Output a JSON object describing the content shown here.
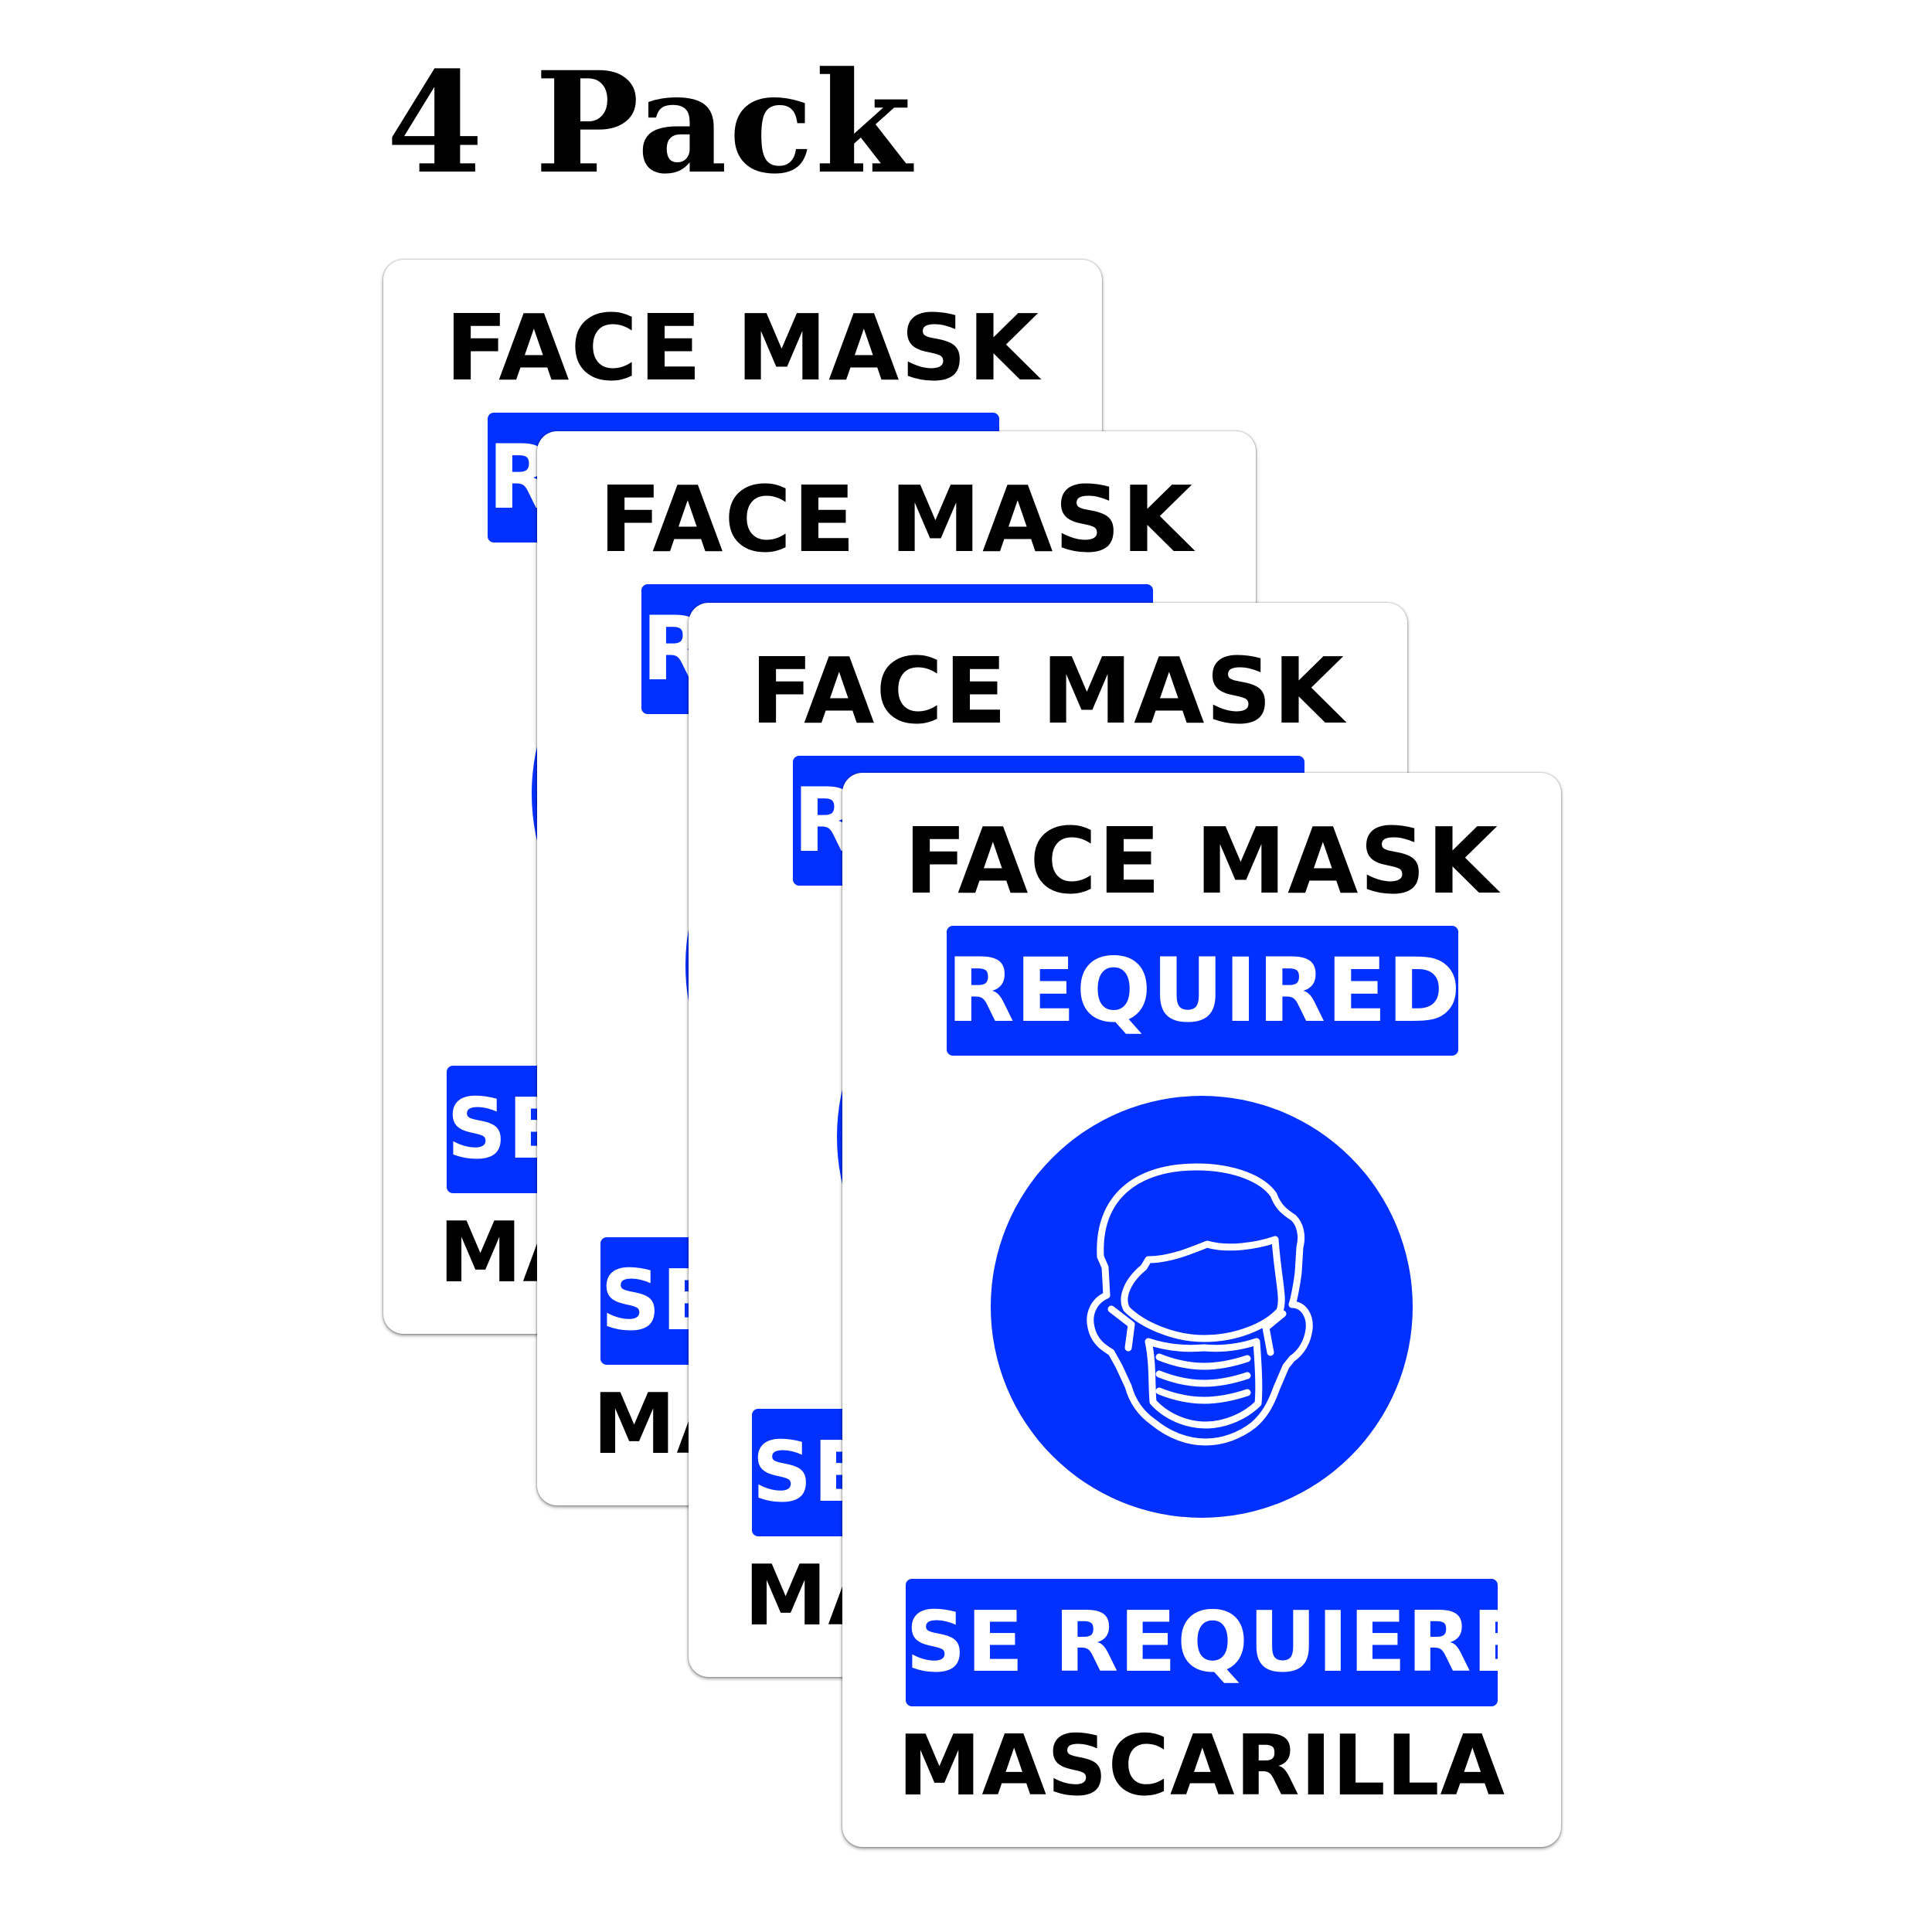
{
  "title": "4 Pack",
  "sign": {
    "heading": "FACE MASK",
    "badge": "REQUIRED",
    "icon": "face-mask-person-icon",
    "spanish_badge": "SE REQUIERE",
    "spanish_footer": "MASCARILLA"
  },
  "colors": {
    "accent": "#0230ff",
    "text": "#000000",
    "background": "#ffffff"
  }
}
